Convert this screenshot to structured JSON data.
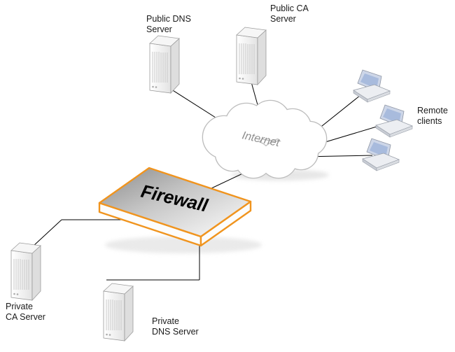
{
  "diagram": {
    "nodes": {
      "public_dns": {
        "label_line1": "Public DNS",
        "label_line2": "Server"
      },
      "public_ca": {
        "label_line1": "Public CA",
        "label_line2": "Server"
      },
      "internet": {
        "label": "Internet"
      },
      "remote_clients": {
        "label_line1": "Remote",
        "label_line2": "clients"
      },
      "firewall": {
        "label": "Firewall"
      },
      "private_ca": {
        "label_line1": "Private",
        "label_line2": "CA Server"
      },
      "private_dns": {
        "label_line1": "Private",
        "label_line2": "DNS Server"
      }
    },
    "colors": {
      "firewall_border": "#F0941E",
      "line": "#000000",
      "cloud_outline": "#BDBDBD",
      "internet_text": "#8F8F8F",
      "label_text": "#1A1A1A",
      "firewall_text": "#000000"
    }
  }
}
